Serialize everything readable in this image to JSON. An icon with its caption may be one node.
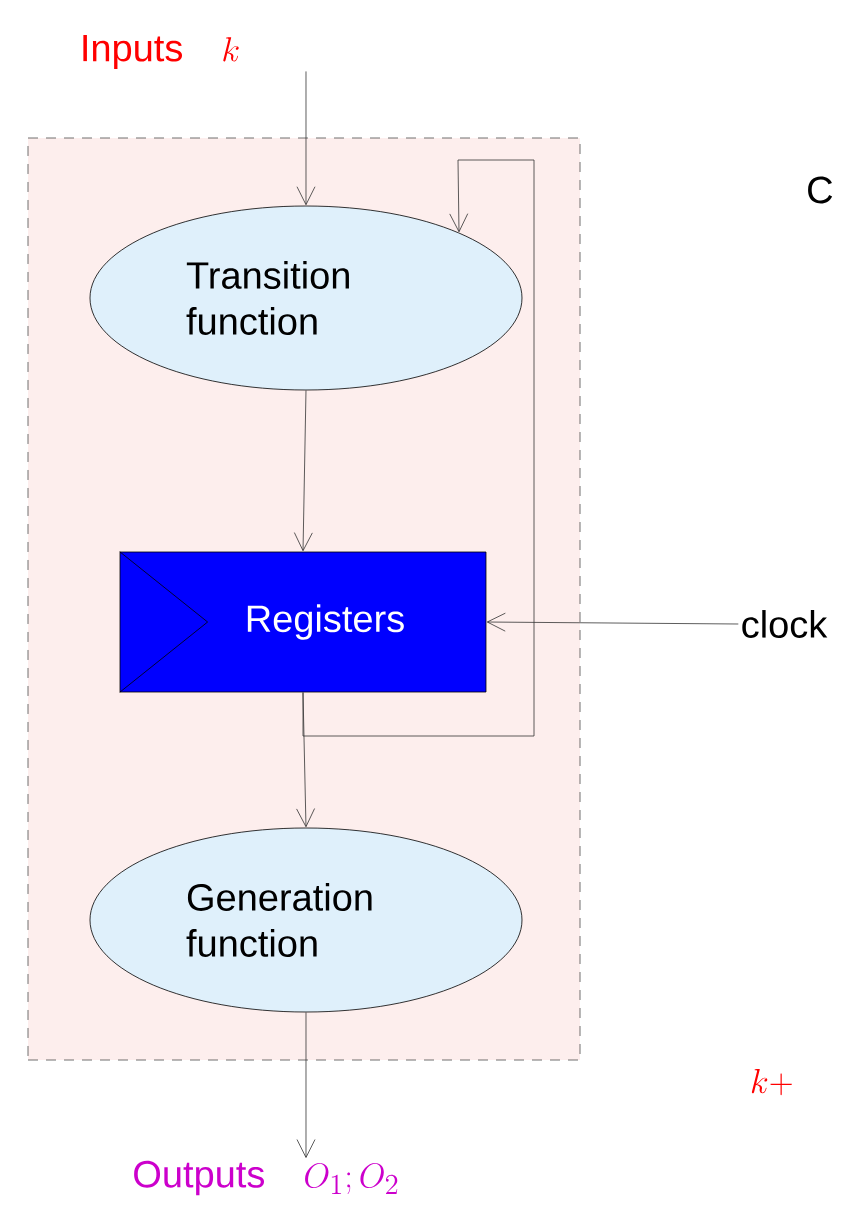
{
  "diagram": {
    "nodes": [
      {
        "text": [],
        "shape": "box"
      },
      {
        "text": [
          "Transition function"
        ],
        "in": 0
      },
      {
        "text": [
          "Registers"
        ],
        "in": 0
      },
      {
        "text": [
          "Generation function"
        ],
        "in": 0
      },
      {
        "text": [
          "Inputs",
          "k"
        ]
      },
      {
        "text": [
          "clock"
        ]
      },
      {
        "text": [
          "Outputs",
          "O_1 ; O_2"
        ]
      }
    ],
    "edges": [
      {
        "from": 4,
        "to": 1,
        "arrow": "to"
      },
      {
        "from": 1,
        "to": 2,
        "arrow": "to"
      },
      {
        "from": 2,
        "to": 3,
        "arrow": "to"
      },
      {
        "from": 2,
        "to": 1,
        "arrow": "to"
      },
      {
        "from": 5,
        "to": 2,
        "arrow": "to"
      },
      {
        "from": 3,
        "to": 6,
        "arrow": "to"
      }
    ],
    "labels": [
      "C",
      "k +"
    ]
  }
}
